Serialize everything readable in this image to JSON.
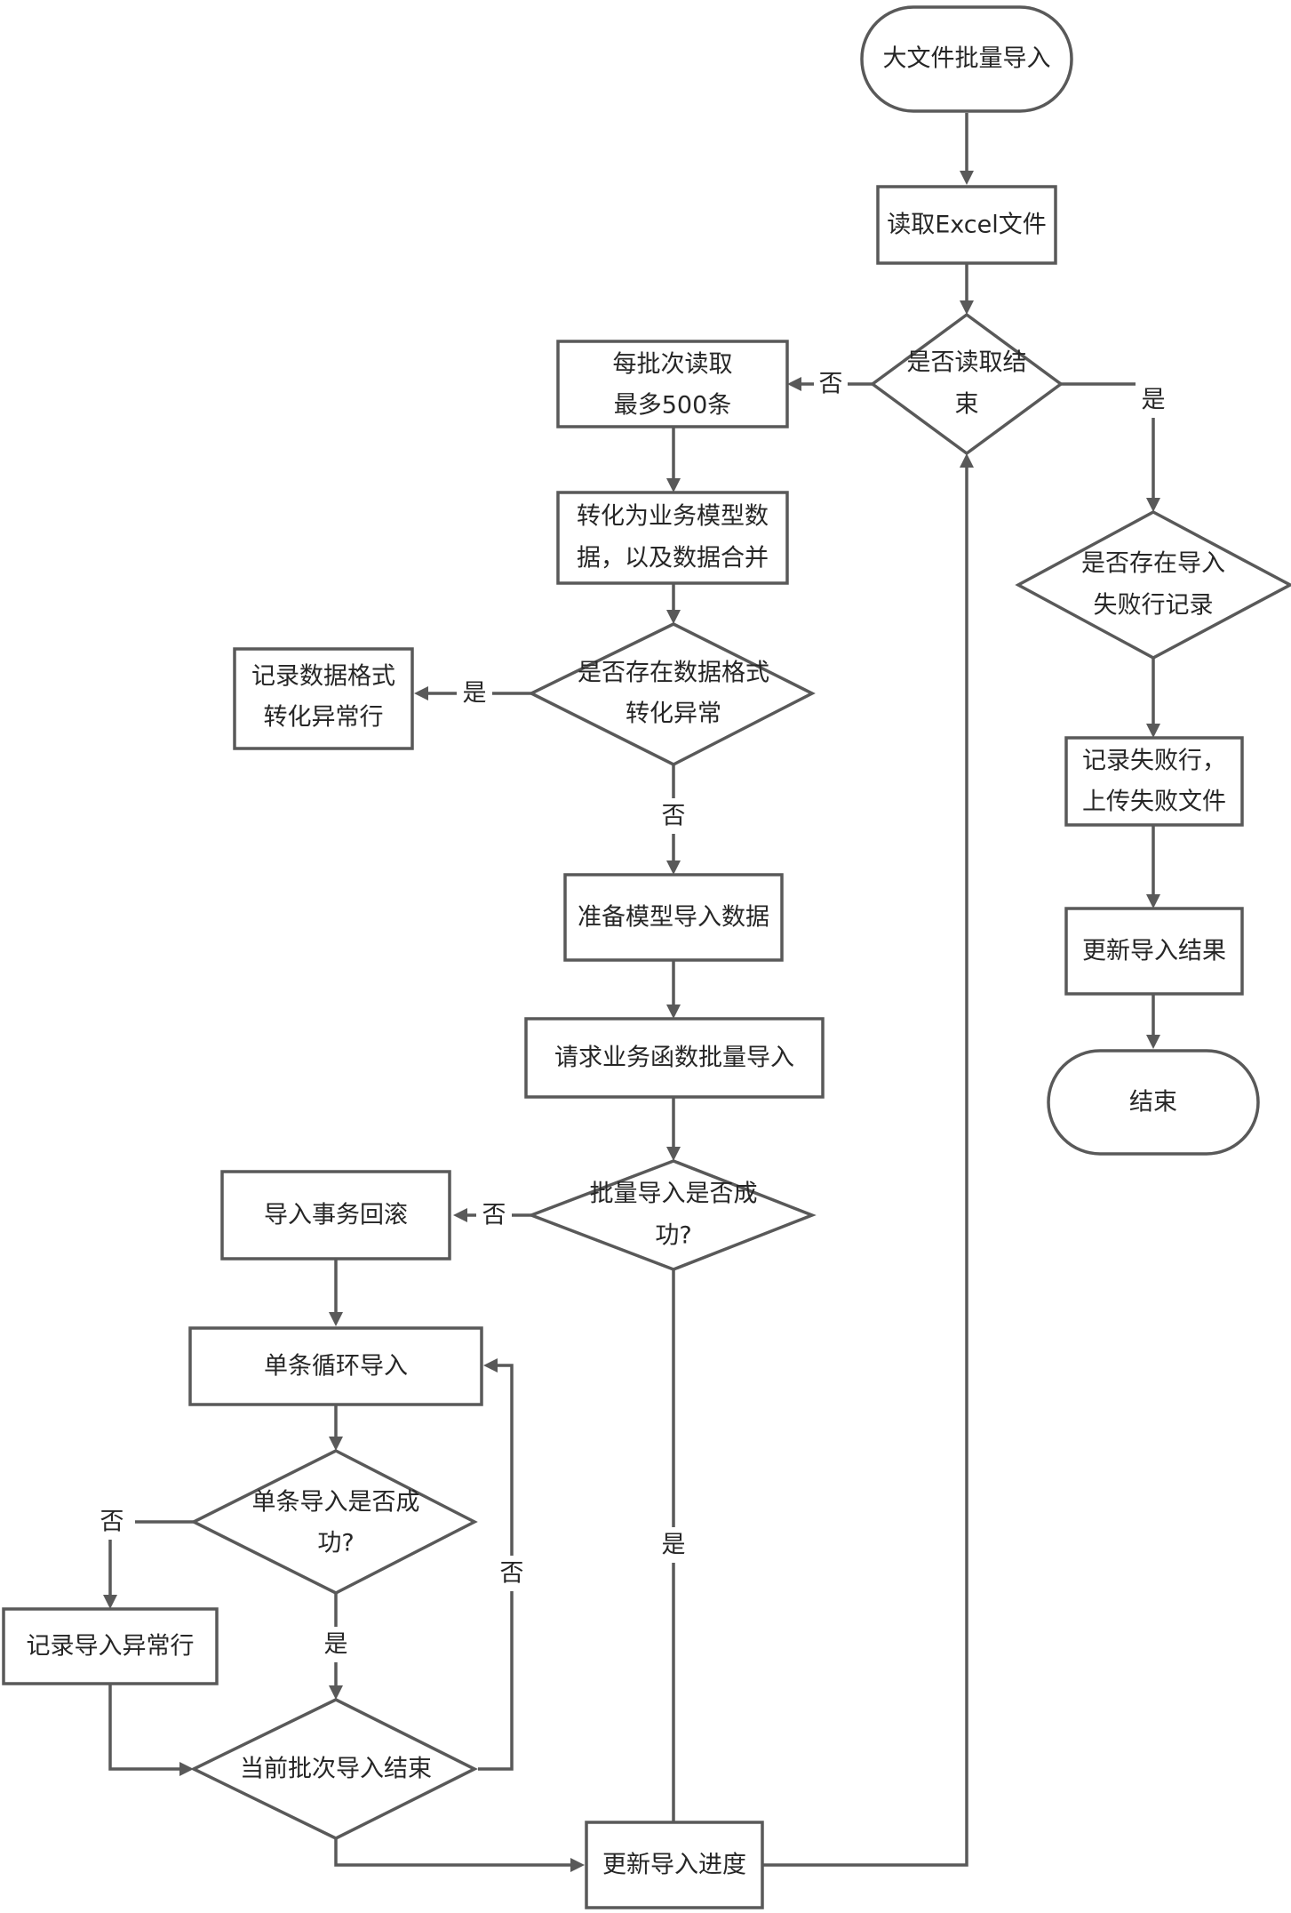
{
  "colors": {
    "stroke": "#595959",
    "fill": "#ffffff",
    "text": "#262626"
  },
  "nodes": [
    {
      "id": "start",
      "shape": "terminal",
      "lines": [
        "大文件批量导入"
      ]
    },
    {
      "id": "read-excel",
      "shape": "process",
      "lines": [
        "读取Excel文件"
      ]
    },
    {
      "id": "read-done",
      "shape": "decision",
      "lines": [
        "是否读取结",
        "束"
      ]
    },
    {
      "id": "batch-read",
      "shape": "process",
      "lines": [
        "每批次读取",
        "最多500条"
      ]
    },
    {
      "id": "convert",
      "shape": "process",
      "lines": [
        "转化为业务模型数",
        "据，以及数据合并"
      ]
    },
    {
      "id": "format-error",
      "shape": "decision",
      "lines": [
        "是否存在数据格式",
        "转化异常"
      ]
    },
    {
      "id": "record-format",
      "shape": "process",
      "lines": [
        "记录数据格式",
        "转化异常行"
      ]
    },
    {
      "id": "prepare",
      "shape": "process",
      "lines": [
        "准备模型导入数据"
      ]
    },
    {
      "id": "request",
      "shape": "process",
      "lines": [
        "请求业务函数批量导入"
      ]
    },
    {
      "id": "batch-success",
      "shape": "decision",
      "lines": [
        "批量导入是否成",
        "功?"
      ]
    },
    {
      "id": "rollback",
      "shape": "process",
      "lines": [
        "导入事务回滚"
      ]
    },
    {
      "id": "single-loop",
      "shape": "process",
      "lines": [
        "单条循环导入"
      ]
    },
    {
      "id": "single-success",
      "shape": "decision",
      "lines": [
        "单条导入是否成",
        "功?"
      ]
    },
    {
      "id": "record-import-error",
      "shape": "process",
      "lines": [
        "记录导入异常行"
      ]
    },
    {
      "id": "batch-done",
      "shape": "decision",
      "lines": [
        "当前批次导入结束"
      ]
    },
    {
      "id": "update-progress",
      "shape": "process",
      "lines": [
        "更新导入进度"
      ]
    },
    {
      "id": "fail-exists",
      "shape": "decision",
      "lines": [
        "是否存在导入",
        "失败行记录"
      ]
    },
    {
      "id": "record-fail",
      "shape": "process",
      "lines": [
        "记录失败行，",
        "上传失败文件"
      ]
    },
    {
      "id": "update-result",
      "shape": "process",
      "lines": [
        "更新导入结果"
      ]
    },
    {
      "id": "end",
      "shape": "terminal",
      "lines": [
        "结束"
      ]
    }
  ],
  "edges": [
    {
      "id": "start-to-read",
      "label": ""
    },
    {
      "id": "read-to-done",
      "label": ""
    },
    {
      "id": "done-no",
      "label": "否"
    },
    {
      "id": "done-yes",
      "label": "是"
    },
    {
      "id": "batch-to-convert",
      "label": ""
    },
    {
      "id": "convert-to-format",
      "label": ""
    },
    {
      "id": "format-yes",
      "label": "是"
    },
    {
      "id": "format-no",
      "label": "否"
    },
    {
      "id": "prepare-to-request",
      "label": ""
    },
    {
      "id": "request-to-success",
      "label": ""
    },
    {
      "id": "success-no",
      "label": "否"
    },
    {
      "id": "success-yes",
      "label": "是"
    },
    {
      "id": "rollback-to-loop",
      "label": ""
    },
    {
      "id": "loop-to-single",
      "label": ""
    },
    {
      "id": "single-no",
      "label": "否"
    },
    {
      "id": "single-yes",
      "label": "是"
    },
    {
      "id": "record-to-batchdone",
      "label": ""
    },
    {
      "id": "batchdone-no",
      "label": "否"
    },
    {
      "id": "batchdone-to-progress",
      "label": ""
    },
    {
      "id": "progress-to-readdone",
      "label": ""
    },
    {
      "id": "fail-to-record",
      "label": ""
    },
    {
      "id": "record-to-result",
      "label": ""
    },
    {
      "id": "result-to-end",
      "label": ""
    }
  ]
}
